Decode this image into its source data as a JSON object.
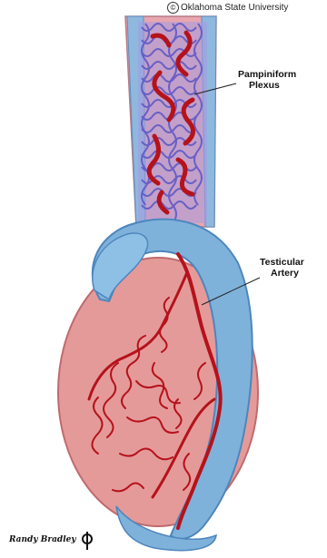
{
  "credit": {
    "symbol": "©",
    "text": "Oklahoma State University"
  },
  "labels": {
    "pampiniform_line1": "Pampiniform",
    "pampiniform_line2": "Plexus",
    "testicular_line1": "Testicular",
    "testicular_line2": "Artery"
  },
  "signature": "Randy Bradley",
  "colors": {
    "testis": "#e59a9a",
    "testis_outline": "#c06a6e",
    "epididymis": "#7fb2da",
    "epididymis_dark": "#4d86bd",
    "cord_pink": "#e8a6b0",
    "plexus": "#7f7ad6",
    "artery": "#b5121b"
  }
}
